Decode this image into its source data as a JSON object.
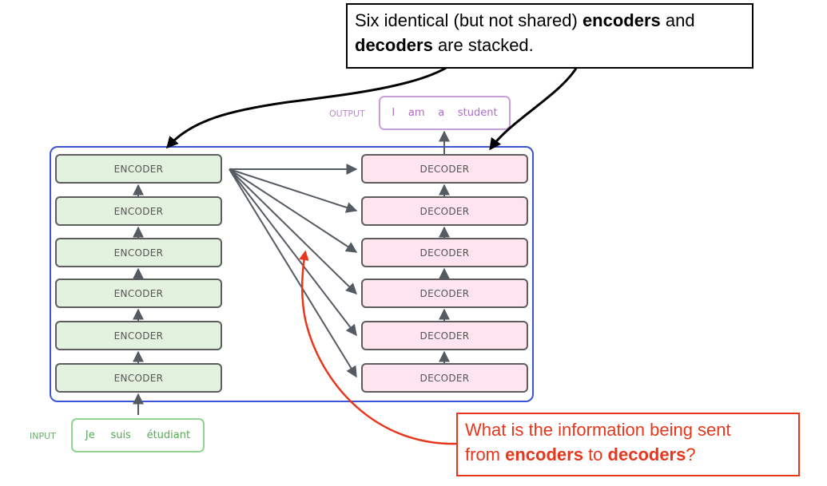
{
  "encoders": [
    "ENCODER",
    "ENCODER",
    "ENCODER",
    "ENCODER",
    "ENCODER",
    "ENCODER"
  ],
  "decoders": [
    "DECODER",
    "DECODER",
    "DECODER",
    "DECODER",
    "DECODER",
    "DECODER"
  ],
  "input": {
    "label": "INPUT",
    "tokens": [
      "Je",
      "suis",
      "étudiant"
    ]
  },
  "output": {
    "label": "OUTPUT",
    "tokens": [
      "I",
      "am",
      "a",
      "student"
    ]
  },
  "top_callout": {
    "text_1": "Six identical (but not shared) ",
    "bold_1": "encoders",
    "text_2": " and",
    "bold_2": "decoders",
    "text_3": " are stacked."
  },
  "bottom_callout": {
    "text_1": "What is the information being sent",
    "text_2": "from ",
    "bold_1": "encoders",
    "text_3": " to ",
    "bold_2": "decoders",
    "text_4": "?"
  },
  "colors": {
    "frame": "#3b55d6",
    "encoder_fill": "#e3f2df",
    "decoder_fill": "#fde4ef",
    "input": "#57a957",
    "output": "#b26ac9",
    "question": "#e8361c"
  }
}
